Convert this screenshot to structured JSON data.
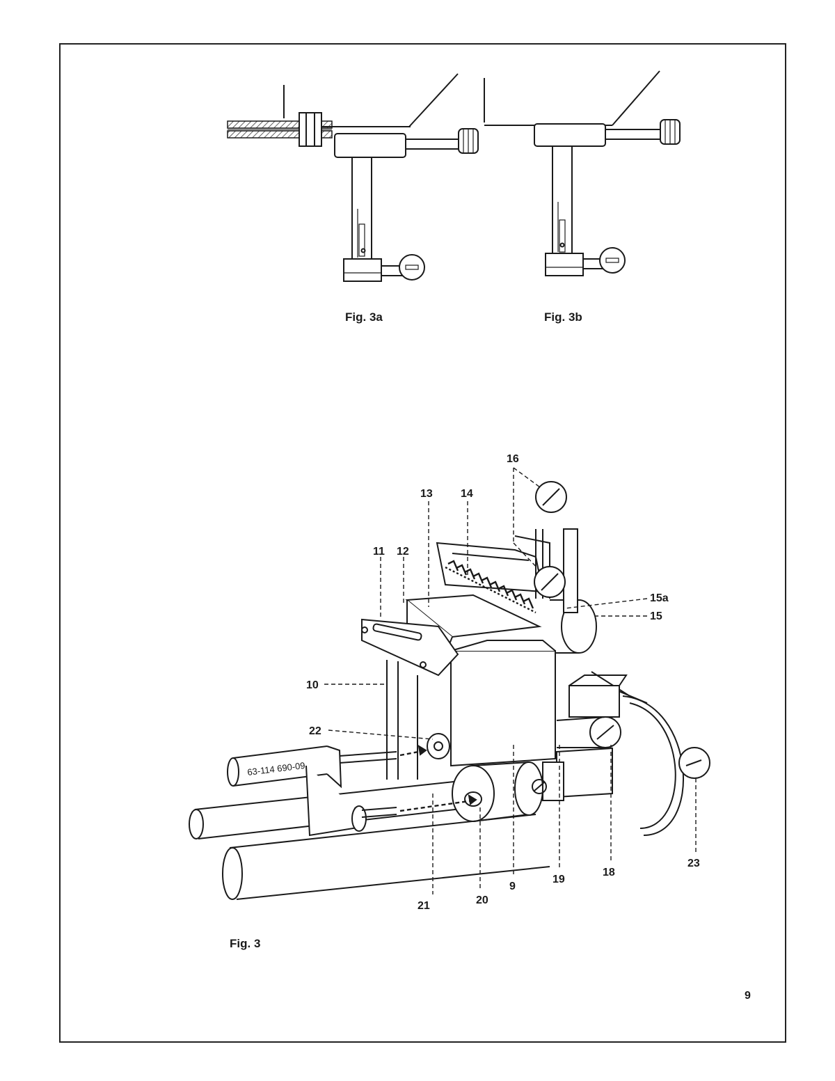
{
  "captions": {
    "fig3a": "Fig. 3a",
    "fig3b": "Fig. 3b",
    "fig3": "Fig. 3"
  },
  "page_number": "9",
  "part_number": "63-114 690-09",
  "callouts": {
    "c9": "9",
    "c10": "10",
    "c11": "11",
    "c12": "12",
    "c13": "13",
    "c14": "14",
    "c15": "15",
    "c15a": "15a",
    "c16": "16",
    "c18": "18",
    "c19": "19",
    "c20": "20",
    "c21": "21",
    "c22": "22",
    "c23": "23"
  },
  "colors": {
    "ink": "#1a1a1a",
    "paper": "#ffffff"
  }
}
